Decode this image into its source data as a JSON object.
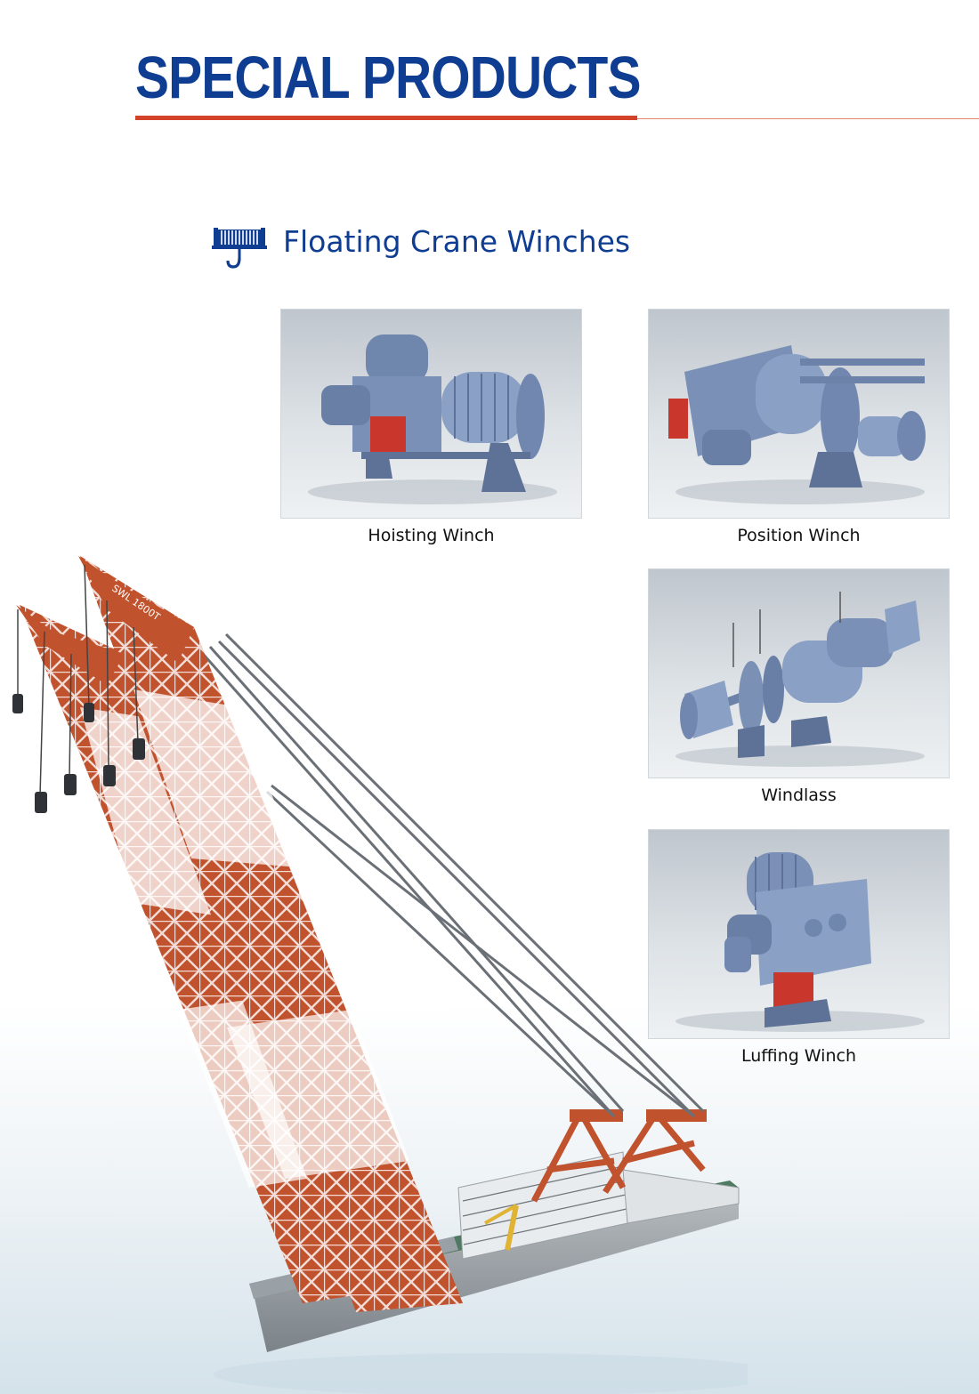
{
  "header": {
    "title": "SPECIAL PRODUCTS"
  },
  "section": {
    "title": "Floating Crane Winches",
    "icon": "winch-hook-icon"
  },
  "products": [
    {
      "caption": "Hoisting Winch",
      "image": "hoisting-winch-image"
    },
    {
      "caption": "Position Winch",
      "image": "position-winch-image"
    },
    {
      "caption": "Windlass",
      "image": "windlass-image"
    },
    {
      "caption": "Luffing Winch",
      "image": "luffing-winch-image"
    }
  ],
  "crane": {
    "boom_marking": "SWL 1800T",
    "image": "floating-crane-image"
  },
  "colors": {
    "brand_blue": "#0f3d91",
    "accent_red": "#d3432a",
    "crane_orange": "#c0522e",
    "winch_steel": "#6f86ad"
  }
}
